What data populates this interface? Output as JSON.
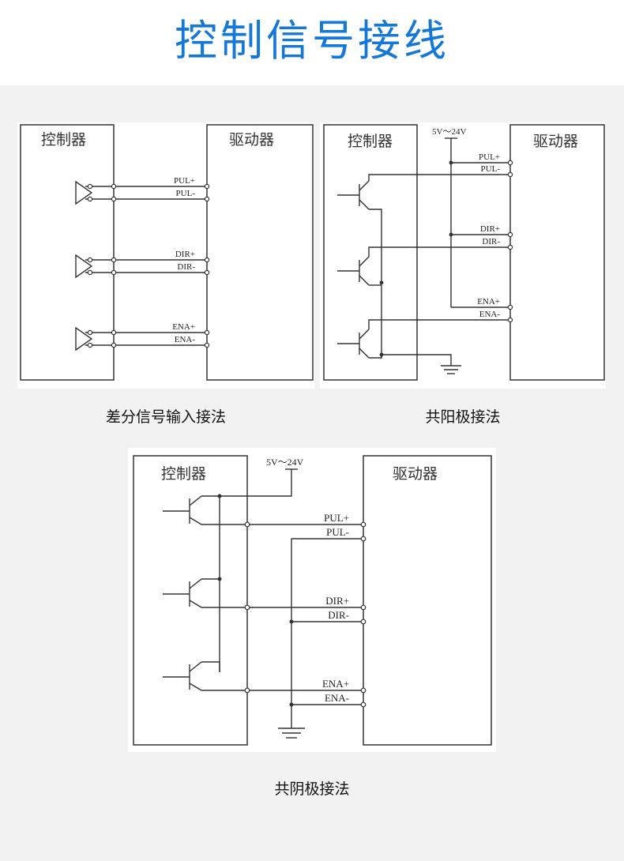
{
  "page": {
    "title": "控制信号接线"
  },
  "diagrams": [
    {
      "caption": "差分信号输入接法",
      "controller_label": "控制器",
      "driver_label": "驱动器",
      "signals": [
        "PUL+",
        "PUL-",
        "DIR+",
        "DIR-",
        "ENA+",
        "ENA-"
      ]
    },
    {
      "caption": "共阳极接法",
      "controller_label": "控制器",
      "driver_label": "驱动器",
      "supply_label": "5V～24V",
      "signals": [
        "PUL+",
        "PUL-",
        "DIR+",
        "DIR-",
        "ENA+",
        "ENA-"
      ]
    },
    {
      "caption": "共阴极接法",
      "controller_label": "控制器",
      "driver_label": "驱动器",
      "supply_label": "5V～24V",
      "signals": [
        "PUL+",
        "PUL-",
        "DIR+",
        "DIR-",
        "ENA+",
        "ENA-"
      ]
    }
  ]
}
